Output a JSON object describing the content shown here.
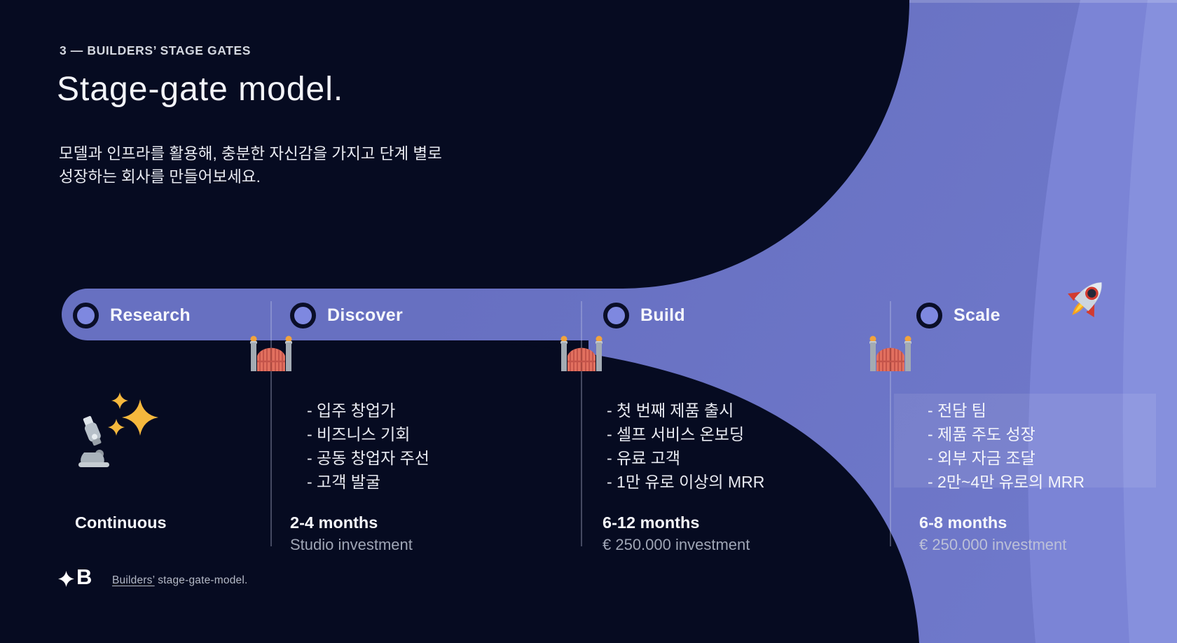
{
  "slide": {
    "eyebrow": "3 — BUILDERS’ STAGE GATES",
    "title": "Stage-gate model.",
    "description": "모델과 인프라를 활용해, 충분한 자신감을 가지고 단계 별로 성장하는 회사를 만들어보세요."
  },
  "stages": [
    {
      "label": "Research",
      "bullets": [],
      "duration": "Continuous",
      "investment": ""
    },
    {
      "label": "Discover",
      "bullets": [
        "- 입주 창업가",
        "- 비즈니스 기회",
        "- 공동 창업자 주선",
        "- 고객 발굴"
      ],
      "duration": "2-4 months",
      "investment": "Studio investment"
    },
    {
      "label": "Build",
      "bullets": [
        "- 첫 번째 제품 출시",
        "- 셀프 서비스 온보딩",
        "- 유료 고객",
        "- 1만 유로 이상의 MRR"
      ],
      "duration": "6-12 months",
      "investment": "€ 250.000 investment"
    },
    {
      "label": "Scale",
      "bullets": [
        "- 전담 팀",
        "- 제품 주도 성장",
        "- 외부 자금 조달",
        "- 2만~4만 유로의 MRR"
      ],
      "duration": "6-8 months",
      "investment": "€ 250.000 investment"
    }
  ],
  "footer": {
    "logo_letter": "B",
    "credit_link": "Builders’",
    "credit_rest": "stage-gate-model."
  },
  "icons": {
    "gate": "gate-icon",
    "rocket": "rocket-icon",
    "microscope": "microscope-icon",
    "sparkles": "sparkles-icon",
    "logo_star": "star-icon"
  },
  "colors": {
    "background": "#060b21",
    "accent_purple": "#6770c1",
    "accent_purple_light": "#7b84d6",
    "circle_fill": "#7e88e0",
    "circle_ring": "#0a0e28",
    "gate_red": "#e2705f",
    "gold": "#f2a93b"
  }
}
